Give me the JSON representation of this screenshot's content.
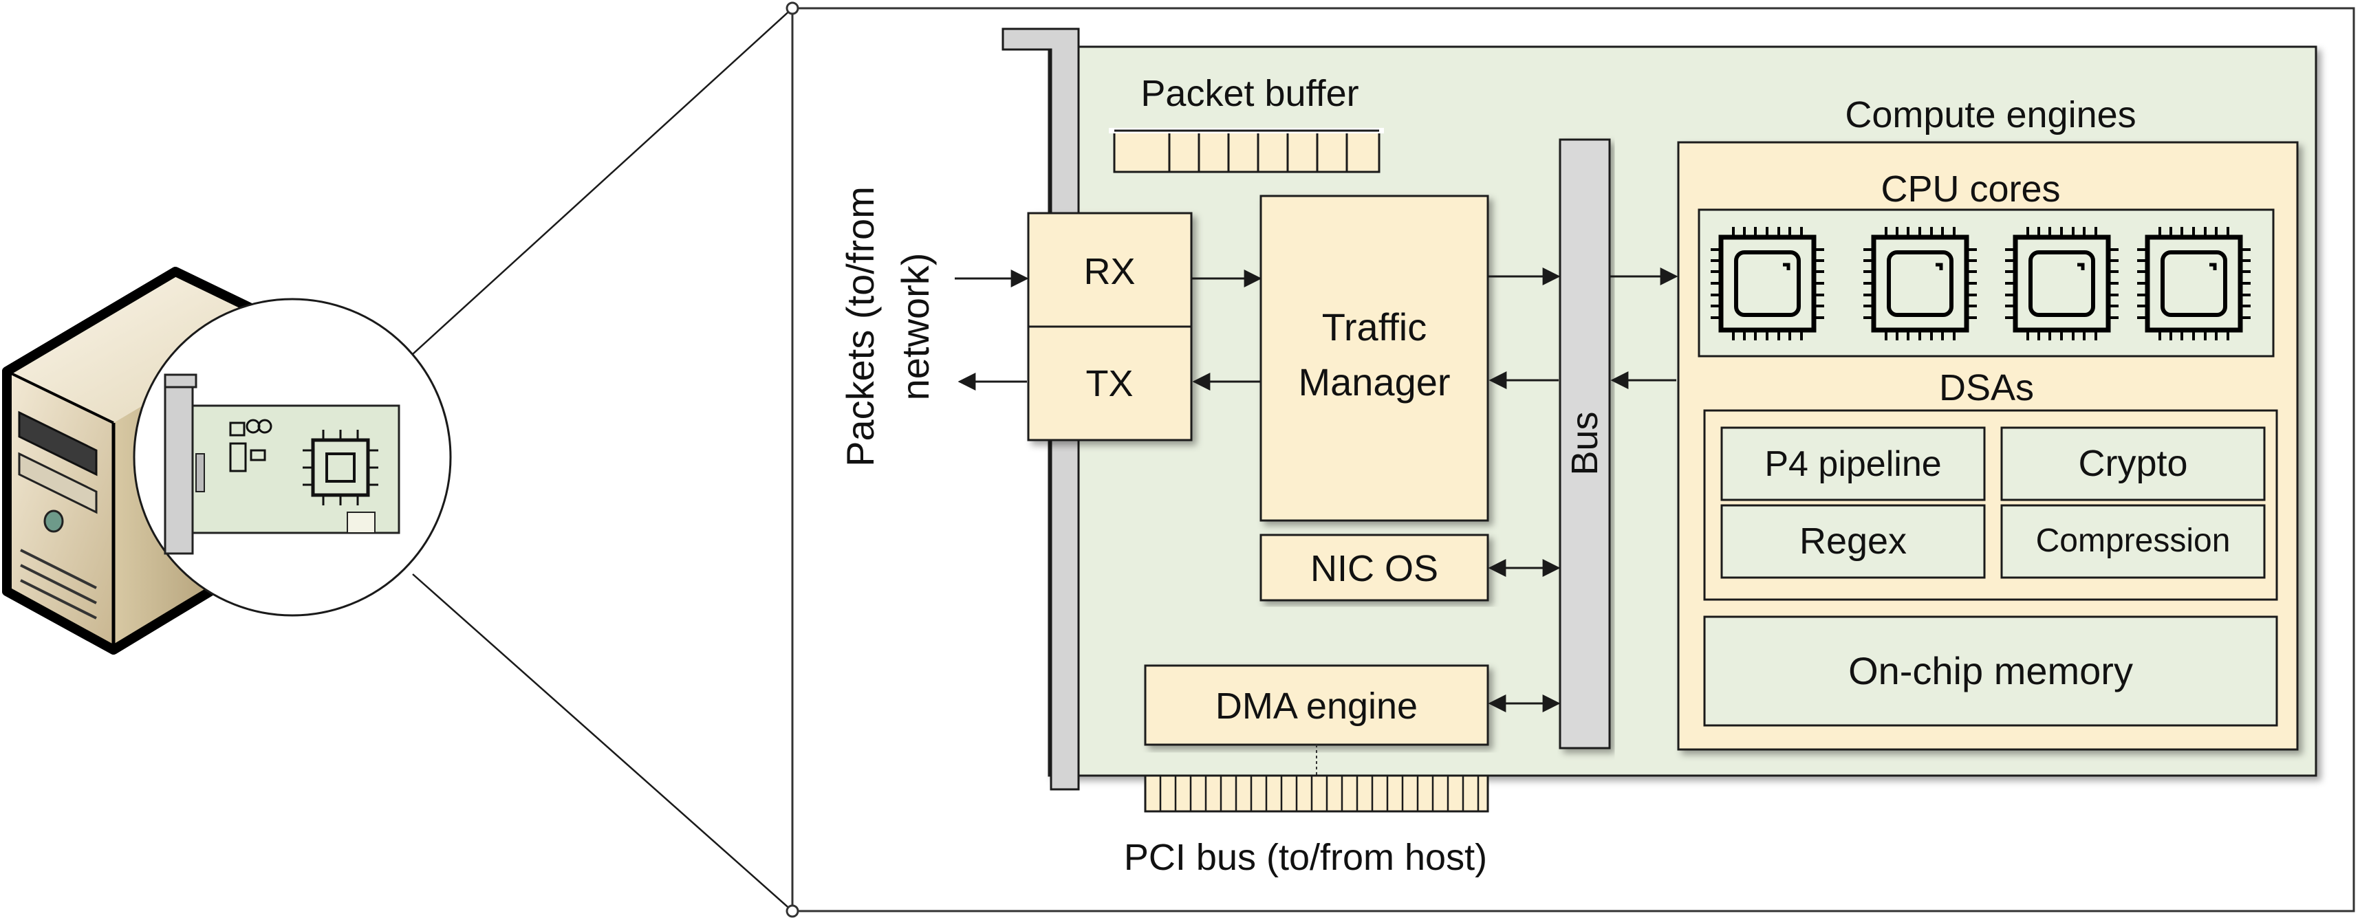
{
  "labels": {
    "packet_buffer": "Packet buffer",
    "packets": "Packets (to/from",
    "network": "network)",
    "rx": "RX",
    "tx": "TX",
    "traffic": "Traffic",
    "manager": "Manager",
    "nic_os": "NIC OS",
    "dma_engine": "DMA engine",
    "pci_bus": "PCI bus (to/from host)",
    "bus": "Bus",
    "compute_engines": "Compute engines",
    "cpu_cores": "CPU cores",
    "dsas": "DSAs",
    "p4_pipeline": "P4 pipeline",
    "crypto": "Crypto",
    "regex": "Regex",
    "compression": "Compression",
    "on_chip_memory": "On-chip memory"
  },
  "colors": {
    "board": "#e8efdf",
    "block": "#fcefcf",
    "dsa_block": "#e8efdf",
    "bus": "#d9d9d9",
    "bracket": "#d4d4d4",
    "stroke": "#1a1a1a"
  }
}
